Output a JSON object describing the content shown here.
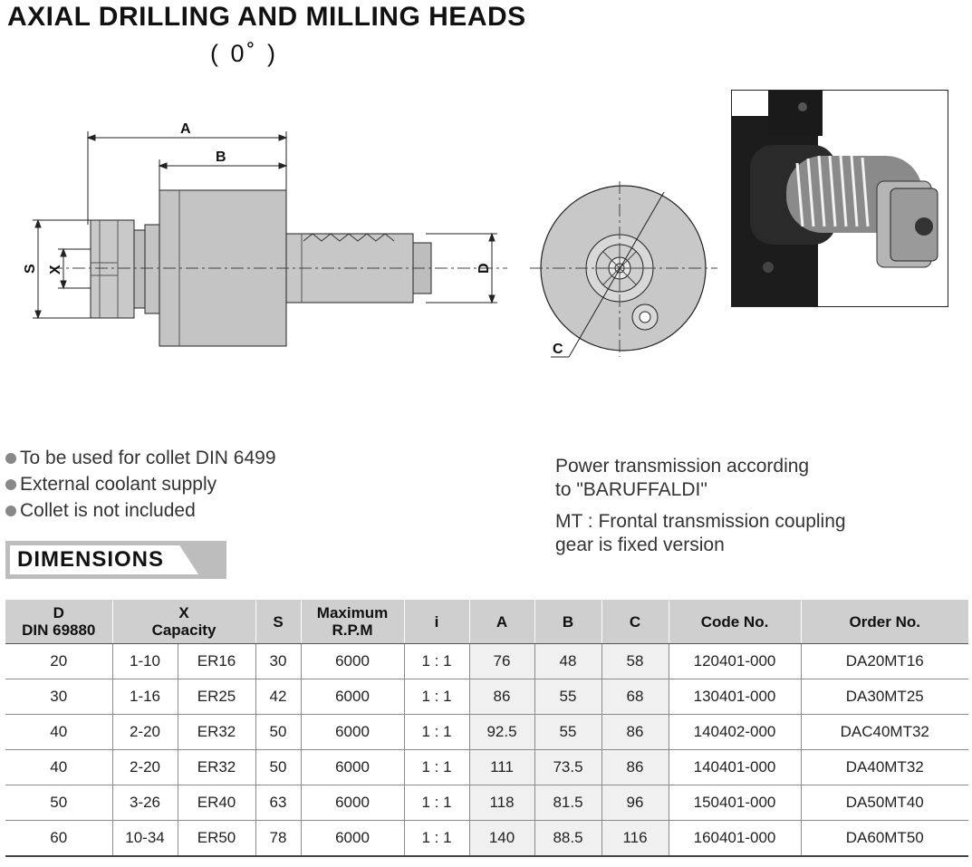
{
  "header": {
    "title": "AXIAL DRILLING AND MILLING HEADS",
    "subtitle": "( 0˚ )"
  },
  "drawing": {
    "labels": {
      "a": "A",
      "b": "B",
      "s": "S",
      "x": "X",
      "d": "D",
      "c": "C"
    }
  },
  "features": [
    "To be used for collet DIN 6499",
    "External coolant supply",
    "Collet is not included"
  ],
  "notes": {
    "power": "Power transmission according\nto  \"BARUFFALDI\"",
    "mt": "MT : Frontal transmission coupling\ngear is  fixed version"
  },
  "dimensions_section": {
    "label": "DIMENSIONS"
  },
  "table": {
    "headers": {
      "d": "D",
      "din": "DIN 69880",
      "x": "X",
      "capacity": "Capacity",
      "s": "S",
      "max": "Maximum",
      "rpm": "R.P.M",
      "i": "i",
      "a": "A",
      "b": "B",
      "c": "C",
      "code": "Code No.",
      "order": "Order No."
    },
    "rows": [
      {
        "d": "20",
        "x": "1-10",
        "er": "ER16",
        "s": "30",
        "rpm": "6000",
        "i": "1 : 1",
        "a": "76",
        "b": "48",
        "c": "58",
        "code": "120401-000",
        "order": "DA20MT16"
      },
      {
        "d": "30",
        "x": "1-16",
        "er": "ER25",
        "s": "42",
        "rpm": "6000",
        "i": "1 : 1",
        "a": "86",
        "b": "55",
        "c": "68",
        "code": "130401-000",
        "order": "DA30MT25"
      },
      {
        "d": "40",
        "x": "2-20",
        "er": "ER32",
        "s": "50",
        "rpm": "6000",
        "i": "1 : 1",
        "a": "92.5",
        "b": "55",
        "c": "86",
        "code": "140402-000",
        "order": "DAC40MT32"
      },
      {
        "d": "40",
        "x": "2-20",
        "er": "ER32",
        "s": "50",
        "rpm": "6000",
        "i": "1 : 1",
        "a": "111",
        "b": "73.5",
        "c": "86",
        "code": "140401-000",
        "order": "DA40MT32"
      },
      {
        "d": "50",
        "x": "3-26",
        "er": "ER40",
        "s": "63",
        "rpm": "6000",
        "i": "1 : 1",
        "a": "118",
        "b": "81.5",
        "c": "96",
        "code": "150401-000",
        "order": "DA50MT40"
      },
      {
        "d": "60",
        "x": "10-34",
        "er": "ER50",
        "s": "78",
        "rpm": "6000",
        "i": "1 : 1",
        "a": "140",
        "b": "88.5",
        "c": "116",
        "code": "160401-000",
        "order": "DA60MT50"
      }
    ]
  }
}
